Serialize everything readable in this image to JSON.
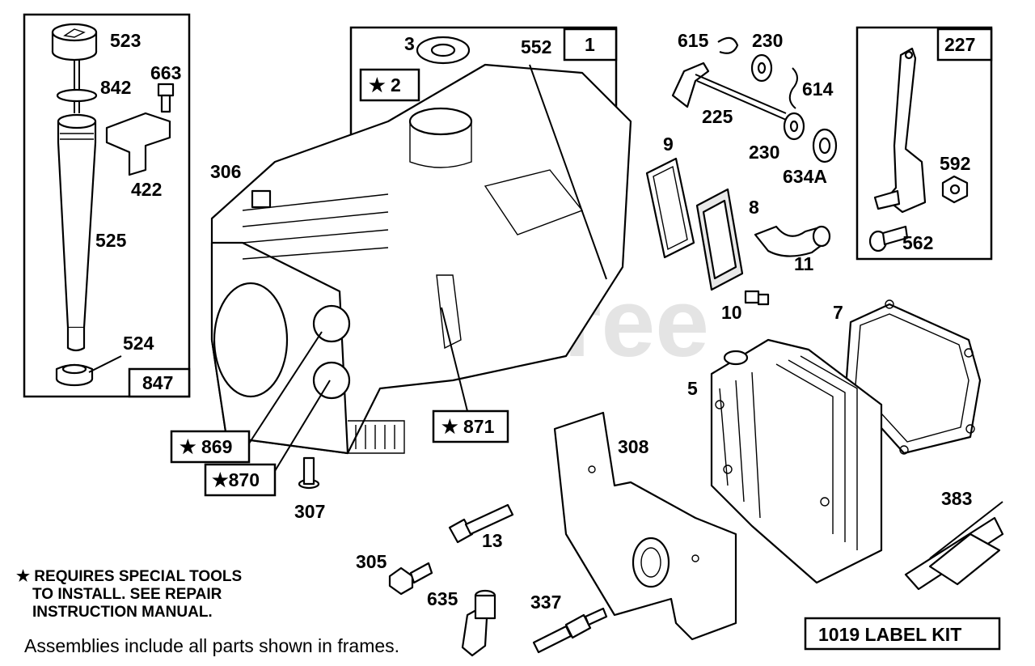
{
  "callouts": {
    "c523": "523",
    "c842": "842",
    "c663": "663",
    "c422": "422",
    "c525": "525",
    "c524": "524",
    "c847": "847",
    "c3": "3",
    "c552": "552",
    "c1": "1",
    "c2": "★ 2",
    "c306": "306",
    "c869": "★ 869",
    "c870": "★870",
    "c871": "★ 871",
    "c307": "307",
    "c615": "615",
    "c230a": "230",
    "c614": "614",
    "c225": "225",
    "c230b": "230",
    "c634a": "634A",
    "c9": "9",
    "c8": "8",
    "c11": "11",
    "c10": "10",
    "c7": "7",
    "c5": "5",
    "c227": "227",
    "c592": "592",
    "c562": "562",
    "c308": "308",
    "c13": "13",
    "c305": "305",
    "c635": "635",
    "c337": "337",
    "c383": "383"
  },
  "notes": {
    "line1": "★ REQUIRES SPECIAL TOOLS",
    "line2": "TO INSTALL.  SEE REPAIR",
    "line3": "INSTRUCTION MANUAL.",
    "footer": "Assemblies include all parts shown in frames.",
    "label_kit": "1019 LABEL KIT"
  },
  "watermark": "PartsTree"
}
